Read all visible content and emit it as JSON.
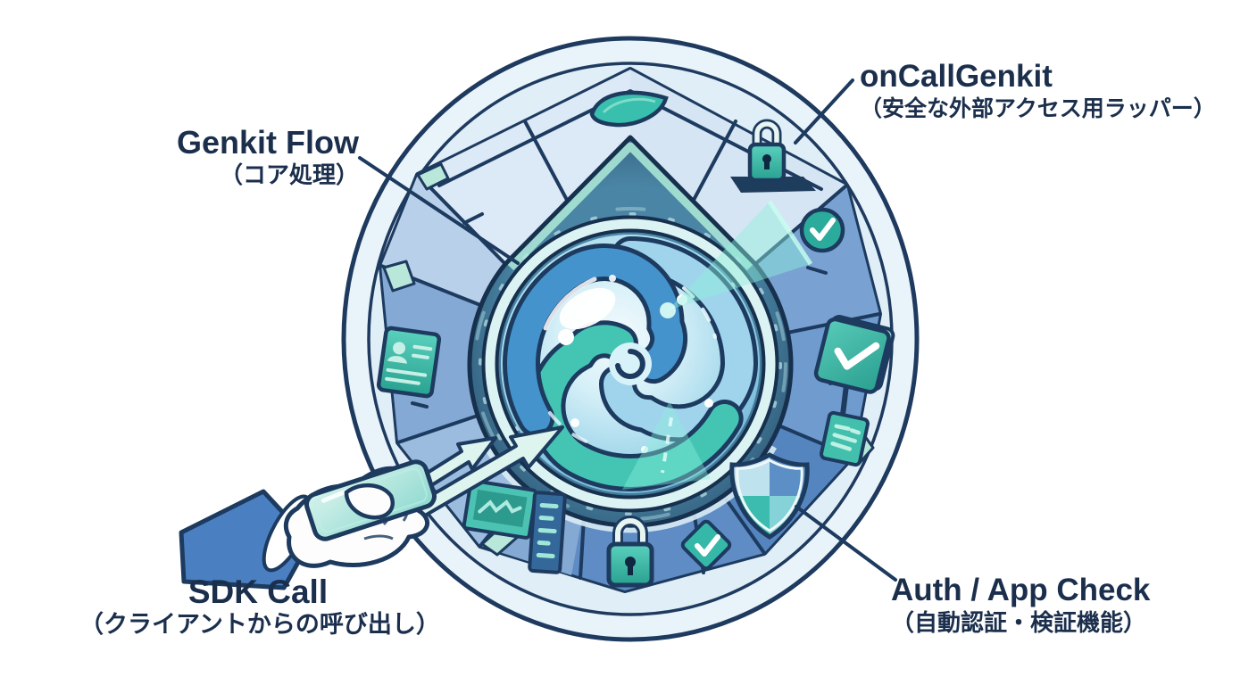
{
  "page": {
    "kind": "illustrated-architecture-diagram",
    "background": "#ffffff"
  },
  "labels": {
    "genkit_flow": {
      "title": "Genkit Flow",
      "subtitle": "（コア処理）"
    },
    "oncall_genkit": {
      "title": "onCallGenkit",
      "subtitle": "（安全な外部アクセス用ラッパー）"
    },
    "sdk_call": {
      "title": "SDK Call",
      "subtitle": "（クライアントからの呼び出し）"
    },
    "auth_app_check": {
      "title": "Auth / App Check",
      "subtitle": "（自動認証・検証機能）"
    }
  },
  "icons": {
    "vortex": "swirl-portal-core",
    "top": [
      "leaf-icon",
      "padlock-icon"
    ],
    "right": [
      "check-circle-icon",
      "check-tile-icon",
      "info-tile-icon"
    ],
    "bottom": [
      "shield-icon",
      "check-diamond-icon",
      "padlock-icon",
      "graph-panel-icon",
      "striped-panel-icon"
    ],
    "left": [
      "id-badge-icon"
    ],
    "client": [
      "hand-icon",
      "phone-icon",
      "arrow-icon",
      "arrow-icon"
    ]
  },
  "colors": {
    "text_navy": "#1b2f4d",
    "outline_navy": "#1d3a5f",
    "bubble_ice": "#e9f3fa",
    "wall_light": "#cddff1",
    "wall_mid": "#7da6d4",
    "wall_dark": "#5f8cc4",
    "pit_dark": "#1f3f5c",
    "teal_accent": "#35b8a8",
    "mint": "#d9f4ee",
    "swirl_blue": "#4493cc",
    "swirl_teal": "#44c5b4",
    "sleeve_blue": "#4a80c2"
  }
}
